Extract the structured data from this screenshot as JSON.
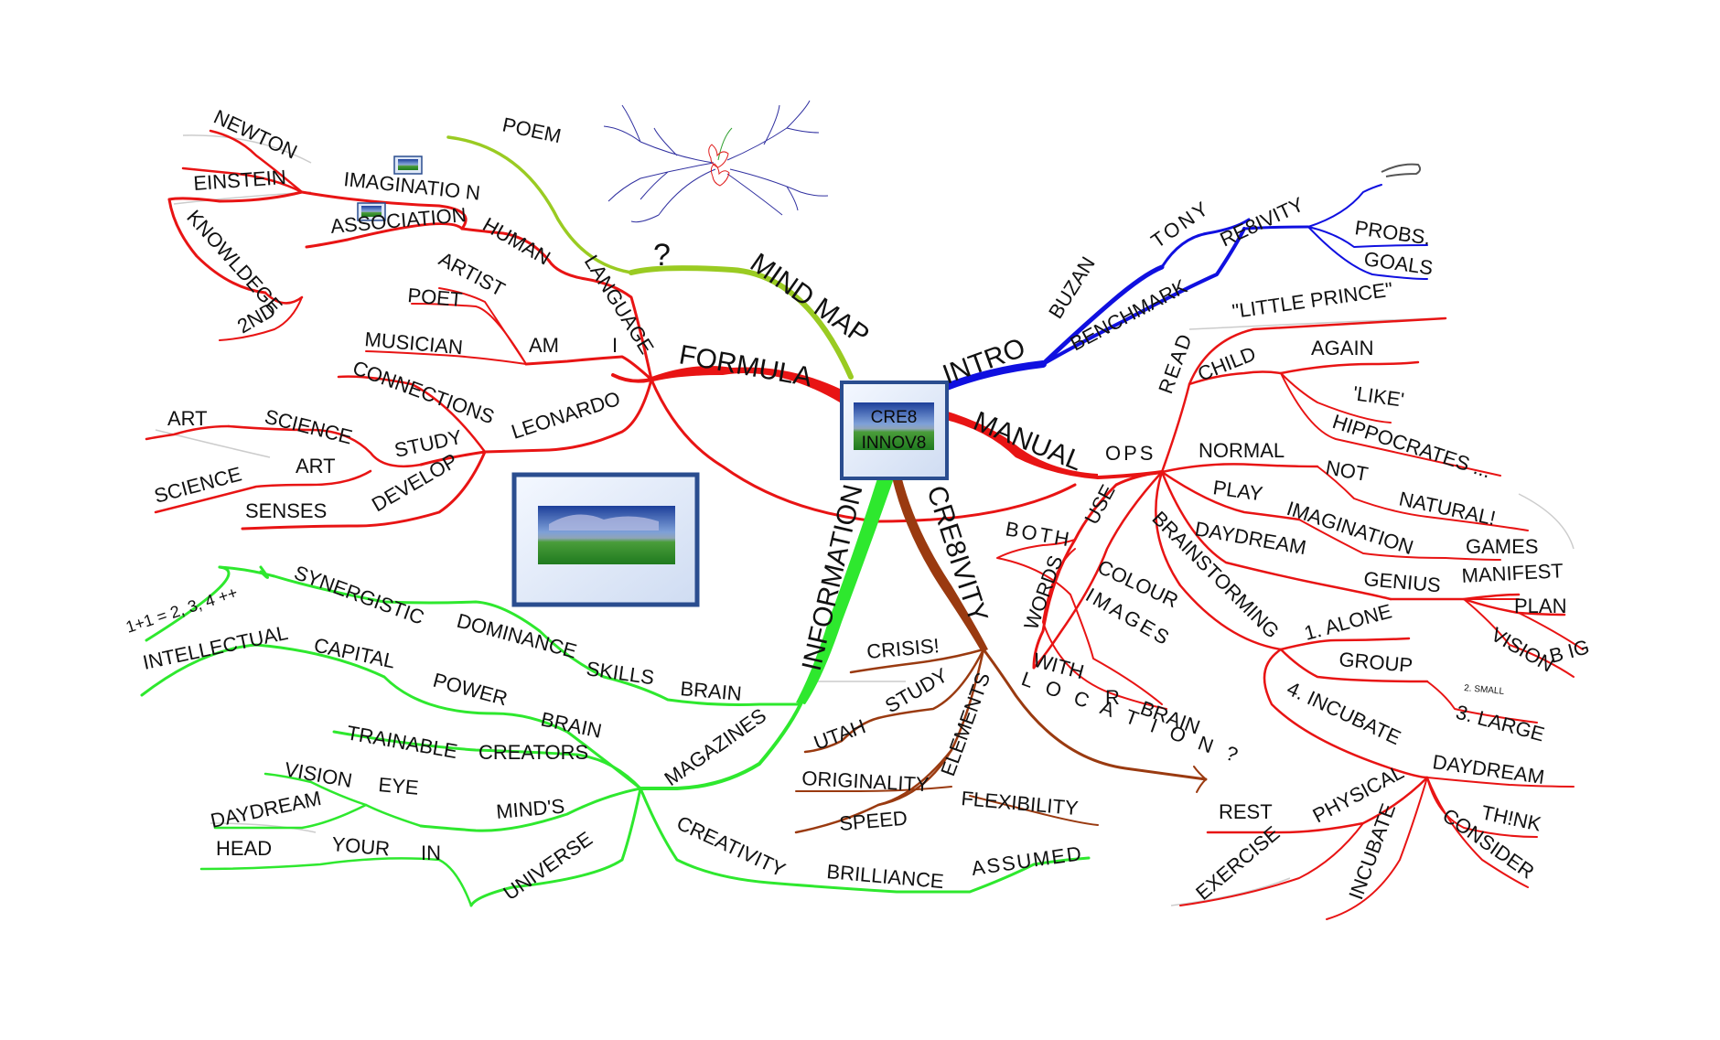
{
  "central": {
    "line1": "CRE8",
    "line2": "INNOV8"
  },
  "question_mark": "?",
  "sticky_bits": {
    "small_group_note": "2. SMALL"
  },
  "formula": {
    "title": "FORMULA",
    "language": "LANGUAGE",
    "human": "HUMAN",
    "association": "ASSOCIATION",
    "imagination": "IMAGINATIO N",
    "einstein": "EINSTEIN",
    "newton": "NEWTON",
    "knowledge": "KNOWLDEGE",
    "second": "2ND",
    "i": "I",
    "am": "AM",
    "artist": "ARTIST",
    "poet": "POET",
    "musician": "MUSICIAN",
    "leonardo": "LEONARDO",
    "connections": "CONNECTIONS",
    "study": "STUDY",
    "science1": "SCIENCE",
    "art1": "ART",
    "art2": "ART",
    "science2": "SCIENCE",
    "develop": "DEVELOP",
    "senses": "SENSES"
  },
  "mind_map": {
    "title": "MIND MAP",
    "poem": "POEM"
  },
  "intro": {
    "title": "INTRO",
    "buzan": "BUZAN",
    "tony": "TONY",
    "benchmark": "BENCHMARK",
    "re8ivity": "RE8IVITY",
    "probs": "PROBS.",
    "goals": "GOALS"
  },
  "manual": {
    "title": "MANUAL",
    "ops": "OPS",
    "read": "READ",
    "little_prince": "\"LITTLE PRINCE\"",
    "child": "CHILD",
    "again": "AGAIN",
    "like": "'LIKE'",
    "hippocrates": "HIPPOCRATES ...",
    "normal": "NORMAL",
    "not": "NOT",
    "natural": "NATURAL!",
    "play": "PLAY",
    "imagination": "IMAGINATION",
    "games": "GAMES",
    "daydream": "DAYDREAM",
    "genius": "GENIUS",
    "manifest": "MANIFEST",
    "plan": "PLAN",
    "vision": "VISION",
    "big": "B IG",
    "use": "USE",
    "both": "BOTH",
    "words": "WORDS",
    "colour": "COLOUR",
    "images": "IMAGES",
    "with": "WITH",
    "r": "R",
    "brain": "BRAIN",
    "brainstorming": "BRAINSTORMING",
    "alone": "1. ALONE",
    "group": "GROUP",
    "large": "3. LARGE",
    "incubate4": "4. INCUBATE",
    "daydream2": "DAYDREAM",
    "physical": "PHYSICAL",
    "rest": "REST",
    "exercise": "EXERCISE",
    "incubate": "INCUBATE",
    "think": "TH!NK",
    "consider": "CONSIDER"
  },
  "creativity": {
    "title": "CRE8IVITY",
    "location": "L O C A T I O N ?",
    "crisis": "CRISIS!",
    "study": "STUDY",
    "utah": "UTAH",
    "elements": "ELEMENTS",
    "originality": "ORIGINALITY",
    "speed": "SPEED",
    "flexibility": "FLEXIBILITY"
  },
  "information": {
    "title": "INFORMATION",
    "magazines": "MAGAZINES",
    "brain1": "BRAIN",
    "skills": "SKILLS",
    "dominance": "DOMINANCE",
    "synergistic": "SYNERGISTIC",
    "formula_note": "1+1 = 2, 3, 4 ++",
    "brain2": "BRAIN",
    "power": "POWER",
    "capital": "CAPITAL",
    "intellectual": "INTELLECTUAL",
    "creators": "CREATORS",
    "trainable": "TRAINABLE",
    "minds": "MIND'S",
    "eye": "EYE",
    "vision": "VISION",
    "daydream": "DAYDREAM",
    "universe": "UNIVERSE",
    "in": "IN",
    "your": "YOUR",
    "head": "HEAD",
    "creativity": "CREATIVITY",
    "brilliance": "BRILLIANCE",
    "assumed": "ASSUMED"
  }
}
